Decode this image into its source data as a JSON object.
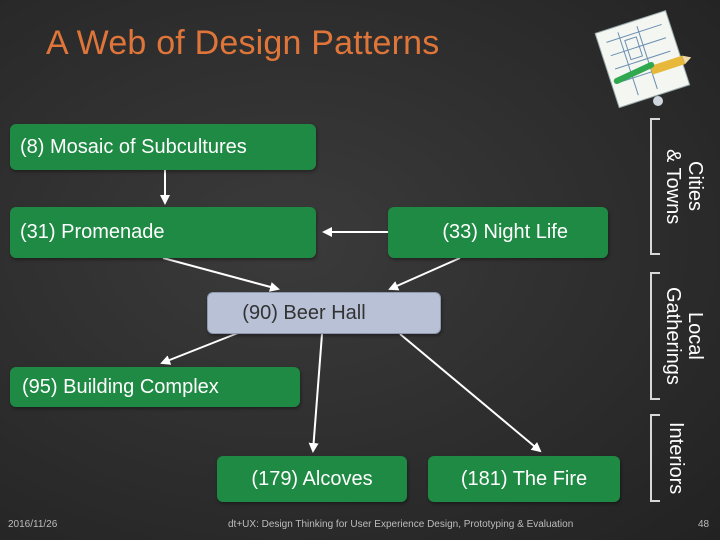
{
  "slide": {
    "title": "A Web of Design Patterns",
    "footer_date": "2016/11/26",
    "footer_text": "dt+UX: Design Thinking for User Experience Design, Prototyping & Evaluation",
    "page_number": "48"
  },
  "nodes": {
    "mosaic": "(8) Mosaic of Subcultures",
    "promenade": "(31) Promenade",
    "nightlife": "(33) Night Life",
    "beerhall": "(90) Beer Hall",
    "complex": "(95) Building Complex",
    "alcoves": "(179) Alcoves",
    "fire": "(181) The Fire"
  },
  "groups": {
    "cities": "Cities\n& Towns",
    "local": "Local\nGatherings",
    "interiors": "Interiors"
  },
  "colors": {
    "node_fill": "#1e8a43",
    "highlight_fill": "#b8c1d6",
    "title": "#e0753a",
    "arrow": "#ffffff"
  },
  "icons": {
    "clipart": "blueprint-pencil-icon"
  }
}
